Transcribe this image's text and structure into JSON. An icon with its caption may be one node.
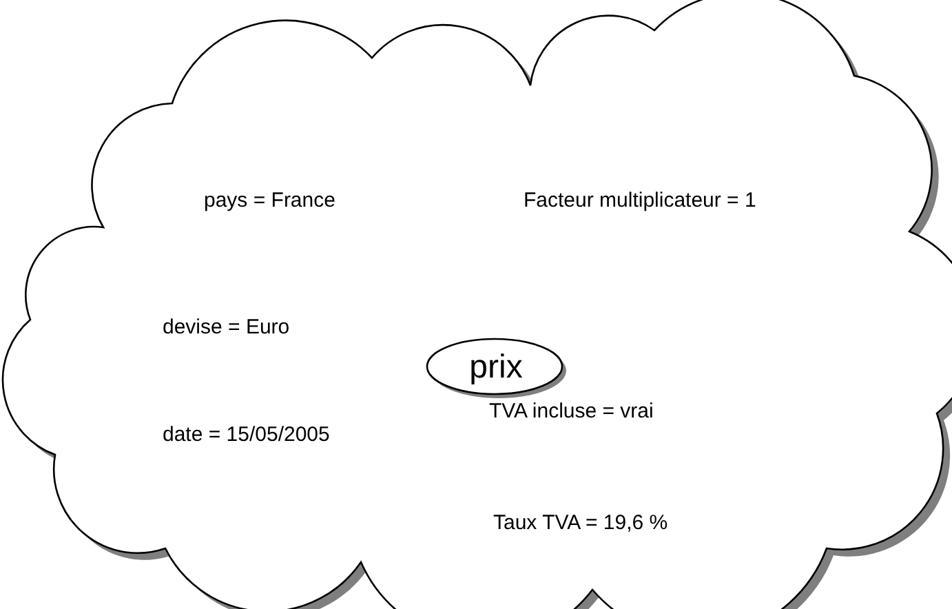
{
  "diagram": {
    "nodes": [
      {
        "text": [
          "pays = France",
          "Facteur multiplicateur = 1",
          "devise = Euro",
          "date = 15/05/2005",
          "TVA incluse = vrai",
          "Taux TVA = 19,6 %"
        ]
      },
      {
        "text": [
          "prix"
        ],
        "in": 0
      }
    ]
  }
}
